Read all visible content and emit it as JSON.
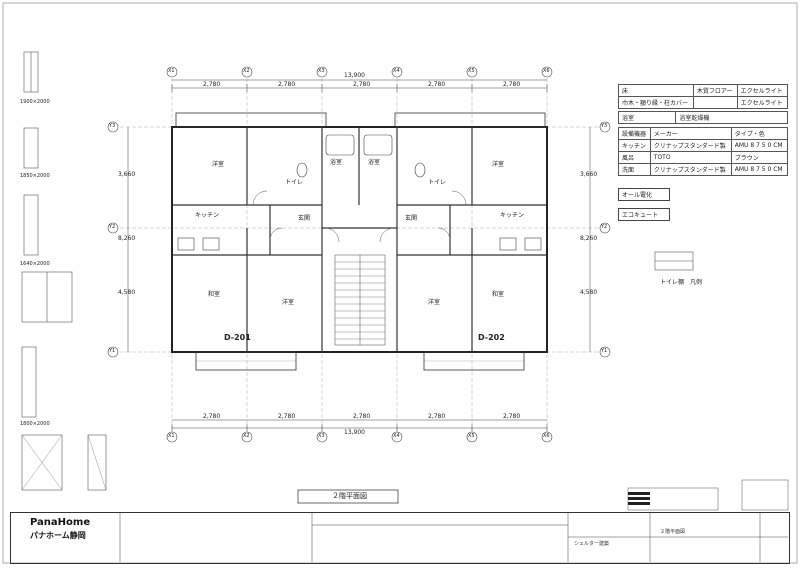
{
  "sheet_title": "２階平面図",
  "dimensions": {
    "top_total": "13,900",
    "bottom_total": "13,900",
    "segments": [
      "2,780",
      "2,780",
      "2,780",
      "2,780",
      "2,780"
    ],
    "left_side": [
      "3,660",
      "8,260",
      "4,580"
    ],
    "right_side": [
      "3,660",
      "8,260",
      "4,580"
    ]
  },
  "grid_x": [
    "X1",
    "X2",
    "X3",
    "X4",
    "X5",
    "X6"
  ],
  "grid_y": [
    "Y3",
    "Y2",
    "Y1"
  ],
  "units": [
    "D-201",
    "D-202"
  ],
  "rooms": {
    "western": "洋室",
    "japanese": "和室",
    "toilet": "トイレ",
    "bath": "浴室",
    "kitchen": "キッチン",
    "entrance": "玄関"
  },
  "finish_table": [
    [
      "床",
      "木質フロアー",
      "エクセルライト"
    ],
    [
      "巾木・額り縁・柱カバー",
      "",
      "エクセルライト"
    ],
    [
      "浴室",
      "浴室乾燥機",
      "",
      ""
    ],
    [
      "設備機器",
      "メーカー",
      "タイプ・色"
    ],
    [
      "キッチン",
      "クリナップスタンダード製",
      "AMU 8 7 5 0 CM"
    ],
    [
      "風呂",
      "TOTO",
      "ブラウン"
    ],
    [
      "洗面",
      "クリナップスタンダード製",
      "AMU 8 7 5 0 CM"
    ]
  ],
  "notes": {
    "all_electric": "オール電化",
    "ecocute": "エコキュート",
    "toilet_ref": "トイレ棚　凡例"
  },
  "title_block": {
    "brand": "PanaHome",
    "company": "パナホーム静岡",
    "project": "シェルター建築",
    "drawing": "２階平面図"
  },
  "legend_windows": [
    "1900×2000",
    "1850×2000",
    "1640×2000",
    "1800×2000"
  ]
}
